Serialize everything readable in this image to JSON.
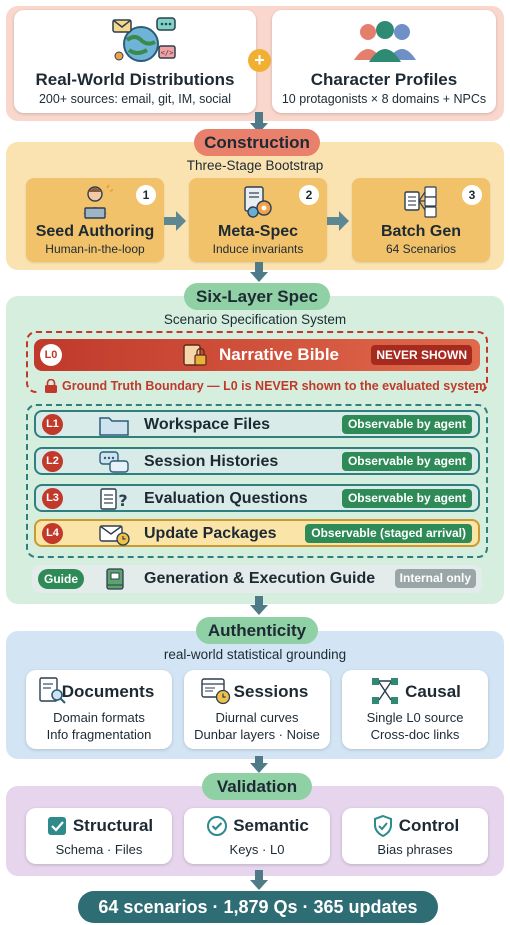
{
  "sources": {
    "left": {
      "title": "Real-World Distributions",
      "subtitle": "200+ sources: email, git, IM, social",
      "icon": "globe-network-icon"
    },
    "plus": "+",
    "right": {
      "title": "Character Profiles",
      "subtitle": "10 protagonists × 8 domains + NPCs",
      "icon": "people-group-icon"
    }
  },
  "construction": {
    "title": "Construction",
    "subtitle": "Three-Stage Bootstrap",
    "stages": [
      {
        "num": "1",
        "title": "Seed Authoring",
        "subtitle": "Human-in-the-loop",
        "icon": "person-laptop-icon"
      },
      {
        "num": "2",
        "title": "Meta-Spec",
        "subtitle": "Induce invariants",
        "icon": "gears-document-icon"
      },
      {
        "num": "3",
        "title": "Batch Gen",
        "subtitle": "64 Scenarios",
        "icon": "documents-branch-icon"
      }
    ]
  },
  "spec": {
    "title": "Six-Layer Spec",
    "subtitle": "Scenario Specification System",
    "l0": {
      "id": "L0",
      "name": "Narrative Bible",
      "tag": "NEVER SHOWN",
      "icon": "locked-book-icon"
    },
    "boundary": "Ground Truth Boundary — L0 is NEVER shown to the evaluated system",
    "layers": [
      {
        "id": "L1",
        "name": "Workspace Files",
        "tag": "Observable by agent",
        "icon": "folder-icon"
      },
      {
        "id": "L2",
        "name": "Session Histories",
        "tag": "Observable by agent",
        "icon": "chat-bubbles-icon"
      },
      {
        "id": "L3",
        "name": "Evaluation Questions",
        "tag": "Observable by agent",
        "icon": "checklist-question-icon"
      },
      {
        "id": "L4",
        "name": "Update Packages",
        "tag": "Observable (staged arrival)",
        "icon": "envelope-clock-icon"
      }
    ],
    "guide": {
      "id": "Guide",
      "name": "Generation & Execution Guide",
      "tag": "Internal only",
      "icon": "guide-book-icon"
    }
  },
  "authenticity": {
    "title": "Authenticity",
    "subtitle": "real-world statistical grounding",
    "cards": [
      {
        "title": "Documents",
        "lines": [
          "Domain formats",
          "Info fragmentation"
        ],
        "icon": "document-search-icon"
      },
      {
        "title": "Sessions",
        "lines": [
          "Diurnal curves",
          "Dunbar layers · Noise"
        ],
        "icon": "window-clock-icon"
      },
      {
        "title": "Causal",
        "lines": [
          "Single L0 source",
          "Cross-doc links"
        ],
        "icon": "causal-graph-icon"
      }
    ]
  },
  "validation": {
    "title": "Validation",
    "cards": [
      {
        "title": "Structural",
        "sub": "Schema · Files",
        "icon": "checkbox-icon"
      },
      {
        "title": "Semantic",
        "sub": "Keys · L0",
        "icon": "check-circle-icon"
      },
      {
        "title": "Control",
        "sub": "Bias phrases",
        "icon": "shield-check-icon"
      }
    ]
  },
  "summary": "64 scenarios · 1,879 Qs · 365 updates",
  "colors": {
    "sources_band": "#f9d7cc",
    "construction_band": "#fbe3b1",
    "spec_band": "#d6eedd",
    "authenticity_band": "#d3e5f5",
    "validation_band": "#e6d5ec",
    "arrow": "#4f7a88",
    "construction_pill": "#e8806c",
    "green_pill": "#8fd0a4",
    "summary_bg": "#2f6d74"
  }
}
